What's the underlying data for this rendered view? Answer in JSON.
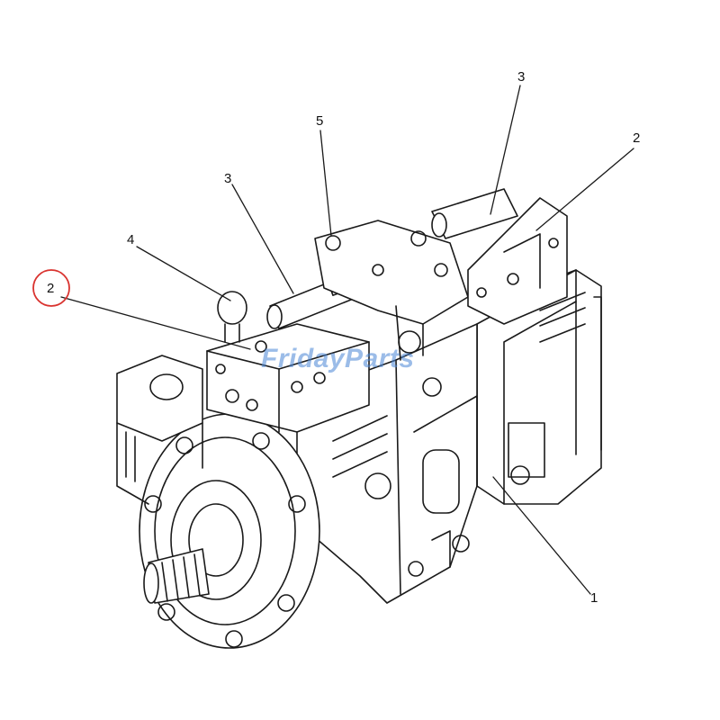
{
  "callouts": {
    "c1": "1",
    "c2_right": "2",
    "c2_left": "2",
    "c3_left": "3",
    "c3_right": "3",
    "c4": "4",
    "c5": "5"
  },
  "highlight": {
    "color": "#d9332f",
    "target": "c2_left"
  },
  "watermark": {
    "text": "FridayParts",
    "color": "#4a86d6",
    "accent": "#f0a020"
  },
  "line_color": "#1a1a1a"
}
